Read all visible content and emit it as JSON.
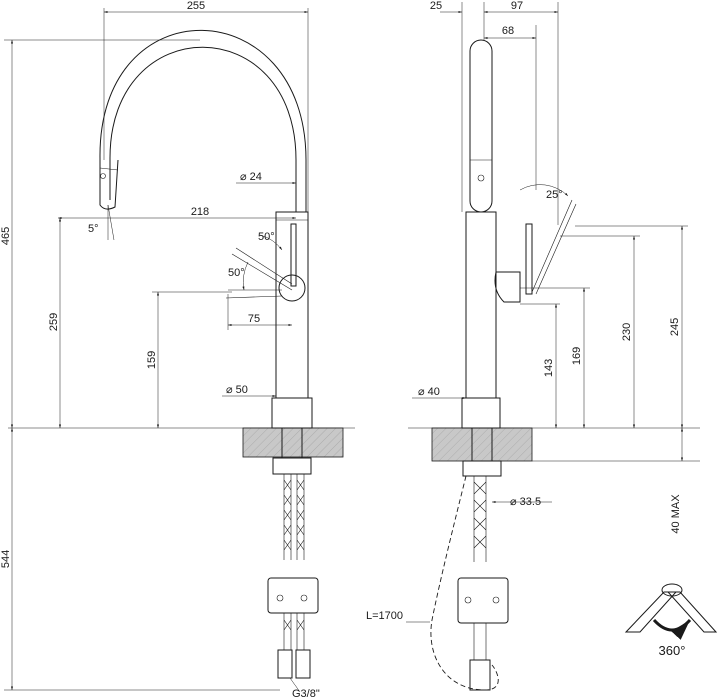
{
  "colors": {
    "line": "#1a1a1a",
    "counter": "#c8c8c8",
    "background": "#ffffff"
  },
  "front_view": {
    "overall_width": "255",
    "height_total": "465",
    "spout_angle": "5°",
    "spout_reach": "218",
    "spout_diameter": "⌀ 24",
    "lever_angle_up": "50°",
    "lever_angle_down": "50°",
    "lever_length": "75",
    "spout_outlet_height": "259",
    "lever_height": "159",
    "body_diameter": "⌀ 50",
    "below_counter": "544",
    "connection": "G3/8\""
  },
  "side_view": {
    "dim_rear": "25",
    "dim_reach": "97",
    "dim_inner": "68",
    "lever_tilt": "25°",
    "h_143": "143",
    "h_169": "169",
    "h_230": "230",
    "h_245": "245",
    "body_diameter": "⌀ 40",
    "hole_diameter": "⌀ 33.5",
    "max_thickness": "40 MAX",
    "hose_length": "L=1700"
  },
  "rotation": {
    "label": "360°",
    "icon": "rotation-arrow-icon"
  }
}
